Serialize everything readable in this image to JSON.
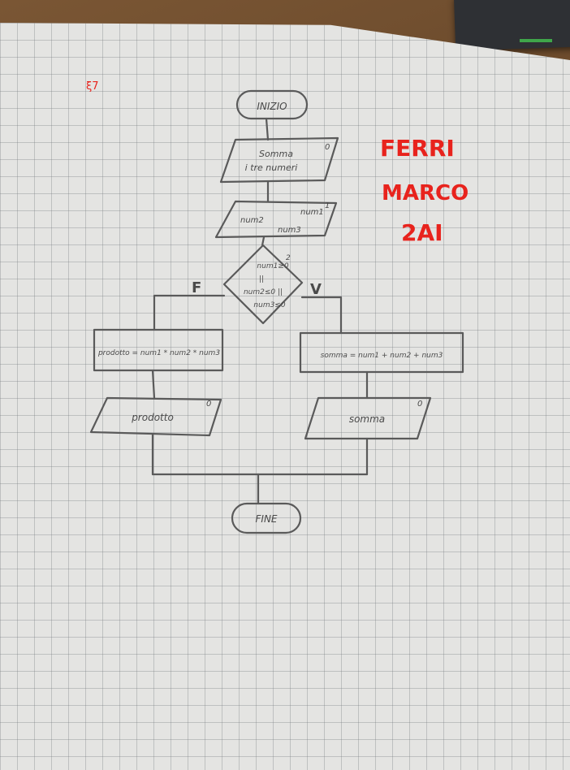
{
  "page_corner_note": "ξ7",
  "author": {
    "lines": [
      "FERRI",
      "MARCO",
      "2AI"
    ],
    "color": "#e8231d"
  },
  "flowchart": {
    "start": "INIZIO",
    "input_block": {
      "lines": [
        "Somma",
        "i tre numeri"
      ],
      "corner": "0"
    },
    "read_block": {
      "lines": [
        "num1",
        "num2",
        "num3"
      ],
      "corner": "1"
    },
    "condition": {
      "lines": [
        "num1≥0",
        "||",
        "num2≤0 ||",
        "num3≤0"
      ],
      "corner": "2"
    },
    "false_label": "F",
    "true_label": "V",
    "false_process": "prodotto = num1 * num2 * num3",
    "true_process": "somma = num1 + num2 + num3",
    "false_output": {
      "text": "prodotto",
      "corner": "0"
    },
    "true_output": {
      "text": "somma",
      "corner": "0"
    },
    "end": "FINE"
  },
  "colors": {
    "pencil": "#4a4a4a",
    "paper": "#e4e4e2"
  }
}
